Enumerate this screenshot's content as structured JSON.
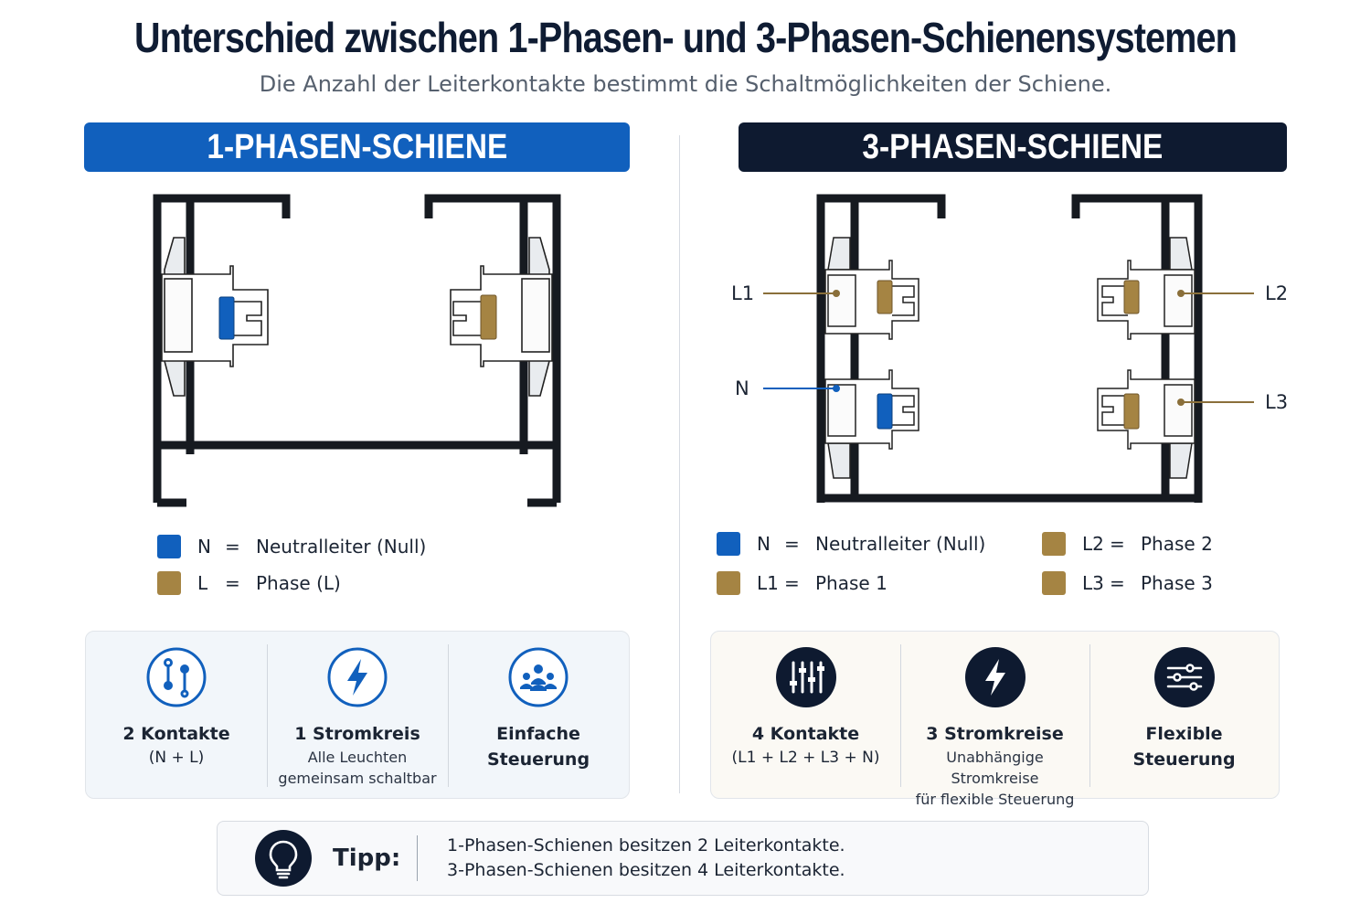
{
  "header": {
    "title": "Unterschied zwischen 1-Phasen- und 3-Phasen-Schienensystemen",
    "subtitle": "Die Anzahl der Leiterkontakte bestimmt die Schaltmöglichkeiten der Schiene."
  },
  "colors": {
    "neutral": "#1160bd",
    "phase": "#a58443",
    "dark_banner": "#0e1a30"
  },
  "one_phase": {
    "banner": "1-PHASEN-SCHIENE",
    "legend": [
      {
        "code": "N",
        "eq": "=",
        "text": "Neutralleiter (Null)",
        "color": "blue"
      },
      {
        "code": "L",
        "eq": "=",
        "text": "Phase (L)",
        "color": "gold"
      }
    ],
    "features": [
      {
        "icon": "contacts-icon",
        "title": "2 Kontakte",
        "sub": "(N + L)"
      },
      {
        "icon": "lightning-icon",
        "title": "1 Stromkreis",
        "sub": "Alle Leuchten gemeinsam schaltbar",
        "sub_lines": [
          "Alle Leuchten",
          "gemeinsam schaltbar"
        ]
      },
      {
        "icon": "group-icon",
        "title_lines": [
          "Einfache",
          "Steuerung"
        ]
      }
    ]
  },
  "three_phase": {
    "banner": "3-PHASEN-SCHIENE",
    "diagram_labels": {
      "l1": "L1",
      "n": "N",
      "l2": "L2",
      "l3": "L3"
    },
    "legend": [
      {
        "code": "N",
        "eq": "=",
        "text": "Neutralleiter (Null)",
        "color": "blue"
      },
      {
        "code": "L1",
        "eq": "=",
        "text": "Phase 1",
        "color": "gold"
      },
      {
        "code": "L2",
        "eq": "=",
        "text": "Phase 2",
        "color": "gold"
      },
      {
        "code": "L3",
        "eq": "=",
        "text": "Phase 3",
        "color": "gold"
      }
    ],
    "features": [
      {
        "icon": "sliders-icon",
        "title": "4 Kontakte",
        "sub": "(L1 + L2 + L3 + N)"
      },
      {
        "icon": "lightning-icon",
        "title": "3 Stromkreise",
        "sub_lines": [
          "Unabhängige Stromkreise",
          "für flexible Steuerung"
        ]
      },
      {
        "icon": "settings-lines-icon",
        "title_lines": [
          "Flexible",
          "Steuerung"
        ]
      }
    ]
  },
  "tip": {
    "label": "Tipp:",
    "line1": "1-Phasen-Schienen besitzen 2 Leiterkontakte.",
    "line2": "3-Phasen-Schienen besitzen 4 Leiterkontakte."
  }
}
